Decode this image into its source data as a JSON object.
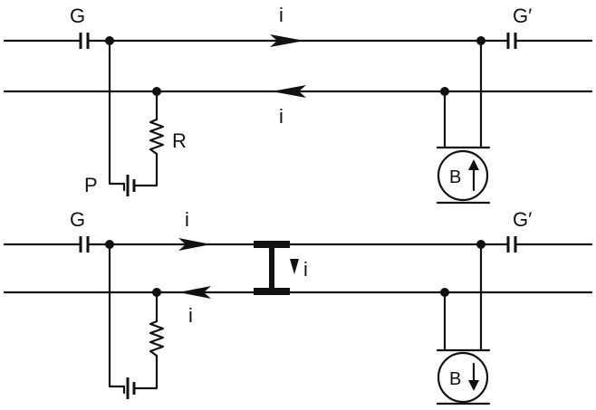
{
  "labels": {
    "top": {
      "g_left": "G",
      "g_right": "G′",
      "current_top": "i",
      "current_bottom": "i",
      "resistor": "R",
      "battery": "P",
      "bell": "B"
    },
    "bottom": {
      "g_left": "G",
      "g_right": "G′",
      "current_top": "i",
      "current_bottom": "i",
      "current_short": "i",
      "bell": "B"
    }
  }
}
